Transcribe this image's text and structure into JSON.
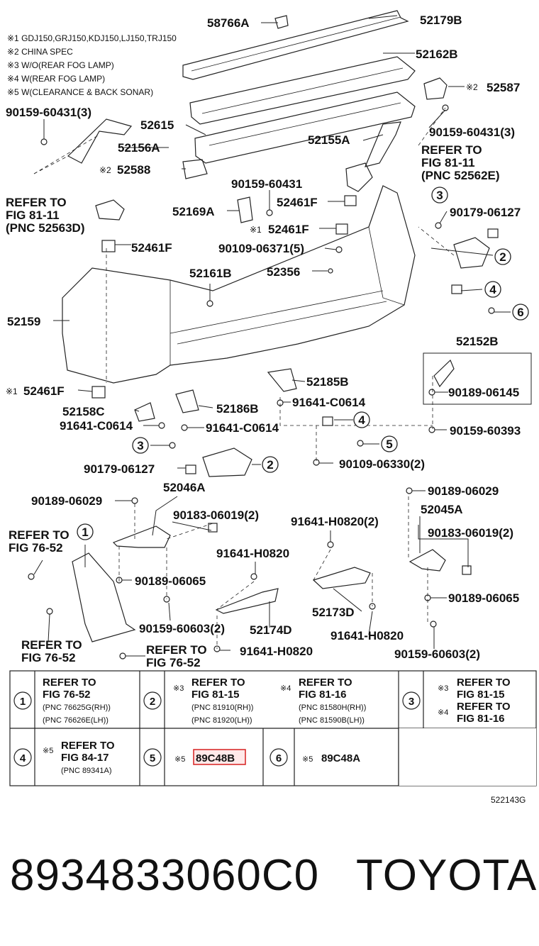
{
  "notes": [
    "※1 GDJ150,GRJ150,KDJ150,LJ150,TRJ150",
    "※2 CHINA SPEC",
    "※3 W/O(REAR FOG LAMP)",
    "※4 W(REAR FOG LAMP)",
    "※5 W(CLEARANCE & BACK SONAR)"
  ],
  "labels": {
    "p58766A": "58766A",
    "p52179B": "52179B",
    "p52162B": "52162B",
    "p52587_mark": "※2",
    "p52587": "52587",
    "p90159_60431_3a": "90159-60431(3)",
    "p52615": "52615",
    "p52155A": "52155A",
    "p52156A": "52156A",
    "p90159_60431_3b": "90159-60431(3)",
    "p52588_mark": "※2",
    "p52588": "52588",
    "refer_81_11_a_1": "REFER TO",
    "refer_81_11_a_2": "FIG 81-11",
    "refer_81_11_a_3": "(PNC 52562E)",
    "p90159_60431": "90159-60431",
    "p52169A": "52169A",
    "p52461F_a": "52461F",
    "p52461F_b_mark": "※1",
    "p52461F_b": "52461F",
    "refer_81_11_b_1": "REFER TO",
    "refer_81_11_b_2": "FIG 81-11",
    "refer_81_11_b_3": "(PNC 52563D)",
    "circ3_a": "3",
    "p90179_06127_a": "90179-06127",
    "circ2_a": "2",
    "p52461F_c": "52461F",
    "p90109_06371": "90109-06371(5)",
    "p52356": "52356",
    "p52161B": "52161B",
    "circ4_a": "4",
    "circ6": "6",
    "p52159": "52159",
    "p52152B": "52152B",
    "p90189_06145": "90189-06145",
    "p52461F_d_mark": "※1",
    "p52461F_d": "52461F",
    "p52185B": "52185B",
    "p52158C": "52158C",
    "p52186B": "52186B",
    "p91641_C0614_a": "91641-C0614",
    "p91641_C0614_b": "91641-C0614",
    "p91641_C0614_c": "91641-C0614",
    "circ4_b": "4",
    "p90159_60393": "90159-60393",
    "circ3_b": "3",
    "circ5": "5",
    "p90179_06127_b": "90179-06127",
    "circ2_b": "2",
    "p90109_06330": "90109-06330(2)",
    "p52046A": "52046A",
    "p90189_06029_a": "90189-06029",
    "p90189_06029_b": "90189-06029",
    "p90183_06019_a": "90183-06019(2)",
    "p52045A": "52045A",
    "p91641_H0820_2": "91641-H0820(2)",
    "p90183_06019_b": "90183-06019(2)",
    "refer_76_52_a_1": "REFER TO",
    "refer_76_52_a_2": "FIG 76-52",
    "circ1": "1",
    "p91641_H0820_a": "91641-H0820",
    "p90189_06065_a": "90189-06065",
    "p90189_06065_b": "90189-06065",
    "p52173D": "52173D",
    "p90159_60603_a": "90159-60603(2)",
    "p52174D": "52174D",
    "p91641_H0820_b": "91641-H0820",
    "refer_76_52_b_1": "REFER TO",
    "refer_76_52_b_2": "FIG 76-52",
    "refer_76_52_c_1": "REFER TO",
    "refer_76_52_c_2": "FIG 76-52",
    "p91641_H0820_c": "91641-H0820",
    "p90159_60603_b": "90159-60603(2)"
  },
  "legend_table": {
    "r1c1_num": "1",
    "r1c1_l1": "REFER TO",
    "r1c1_l2": "FIG 76-52",
    "r1c1_l3": "(PNC 76625G(RH))",
    "r1c1_l4": "(PNC 76626E(LH))",
    "r1c2_num": "2",
    "r1c2a_mark": "※3",
    "r1c2a_l1": "REFER TO",
    "r1c2a_l2": "FIG 81-15",
    "r1c2a_l3": "(PNC 81910(RH))",
    "r1c2a_l4": "(PNC 81920(LH))",
    "r1c2b_mark": "※4",
    "r1c2b_l1": "REFER TO",
    "r1c2b_l2": "FIG 81-16",
    "r1c2b_l3": "(PNC 81580H(RH))",
    "r1c2b_l4": "(PNC 81590B(LH))",
    "r1c3_num": "3",
    "r1c3a_mark": "※3",
    "r1c3a_l1": "REFER TO",
    "r1c3a_l2": "FIG 81-15",
    "r1c3b_mark": "※4",
    "r1c3b_l1": "REFER TO",
    "r1c3b_l2": "FIG 81-16",
    "r2c1_num": "4",
    "r2c1_mark": "※5",
    "r2c1_l1": "REFER TO",
    "r2c1_l2": "FIG 84-17",
    "r2c1_l3": "(PNC 89341A)",
    "r2c2_num": "5",
    "r2c2_mark": "※5",
    "r2c2_val": "89C48B",
    "r2c3_num": "6",
    "r2c3_mark": "※5",
    "r2c3_val": "89C48A"
  },
  "figure_code": "522143G",
  "highlight_color": "#d62020",
  "part_number": "8934833060C0",
  "brand": "TOYOTA"
}
